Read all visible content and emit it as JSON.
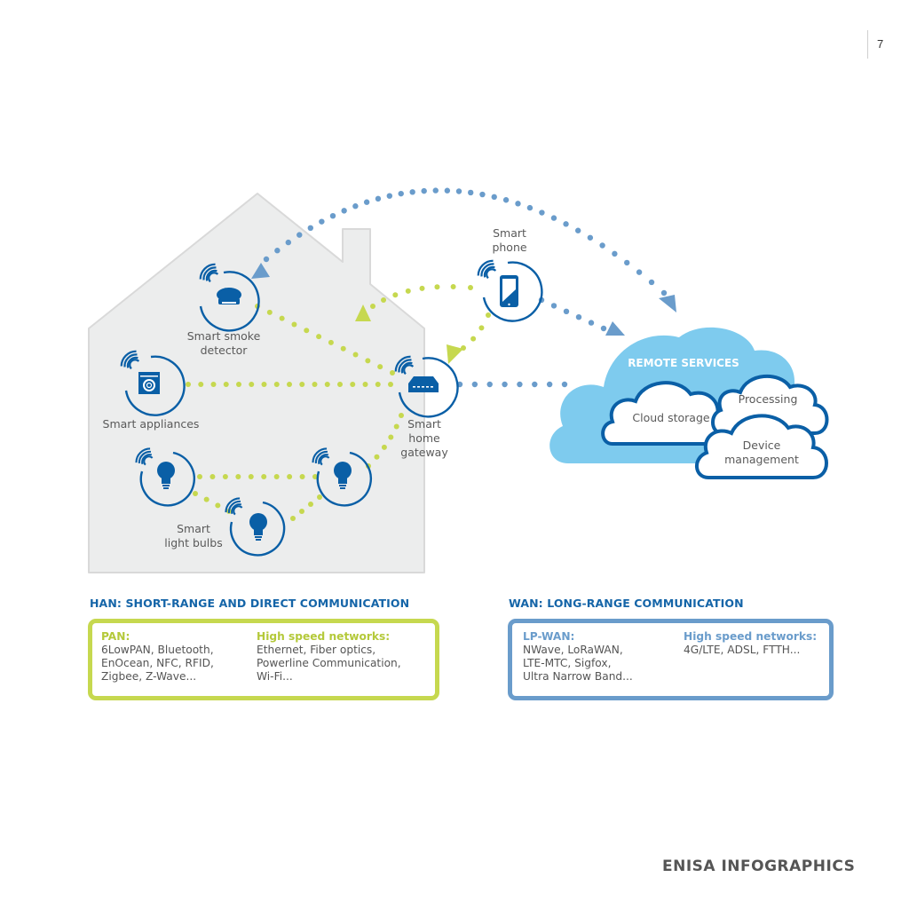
{
  "page": {
    "number": "7",
    "footer": "ENISA INFOGRAPHICS"
  },
  "colors": {
    "han_green": "#c6d84f",
    "wan_blue": "#6a9ccb",
    "icon_blue": "#0a5fa6",
    "cloud_light": "#7ecbee",
    "house_gray": "#eceded",
    "title_blue": "#1565a8"
  },
  "devices": {
    "smoke_detector": {
      "label_lines": [
        "Smart smoke",
        "detector"
      ],
      "icon": "smoke-detector-icon"
    },
    "appliances": {
      "label_lines": [
        "Smart appliances"
      ],
      "icon": "washing-machine-icon"
    },
    "gateway": {
      "label_lines": [
        "Smart",
        "home",
        "gateway"
      ],
      "icon": "router-icon"
    },
    "phone": {
      "label_lines": [
        "Smart",
        "phone"
      ],
      "icon": "smartphone-icon"
    },
    "light_bulbs": {
      "label_lines": [
        "Smart",
        "light bulbs"
      ],
      "icon": "light-bulb-icon"
    }
  },
  "remote": {
    "title": "REMOTE SERVICES",
    "services": [
      {
        "label_lines": [
          "Cloud storage"
        ]
      },
      {
        "label_lines": [
          "Processing"
        ]
      },
      {
        "label_lines": [
          "Device",
          "management"
        ]
      }
    ]
  },
  "han": {
    "title": "HAN: SHORT-RANGE AND DIRECT COMMUNICATION",
    "columns": [
      {
        "heading": "PAN:",
        "lines": [
          "6LowPAN, Bluetooth,",
          "EnOcean, NFC, RFID,",
          "Zigbee, Z-Wave..."
        ]
      },
      {
        "heading": "High speed networks:",
        "lines": [
          "Ethernet, Fiber optics,",
          "Powerline Communication,",
          "Wi-Fi..."
        ]
      }
    ]
  },
  "wan": {
    "title": "WAN: LONG-RANGE COMMUNICATION",
    "columns": [
      {
        "heading": "LP-WAN:",
        "lines": [
          "NWave, LoRaWAN,",
          "LTE-MTC, Sigfox,",
          "Ultra Narrow Band..."
        ]
      },
      {
        "heading": "High speed networks:",
        "lines": [
          "4G/LTE, ADSL, FTTH..."
        ]
      }
    ]
  }
}
